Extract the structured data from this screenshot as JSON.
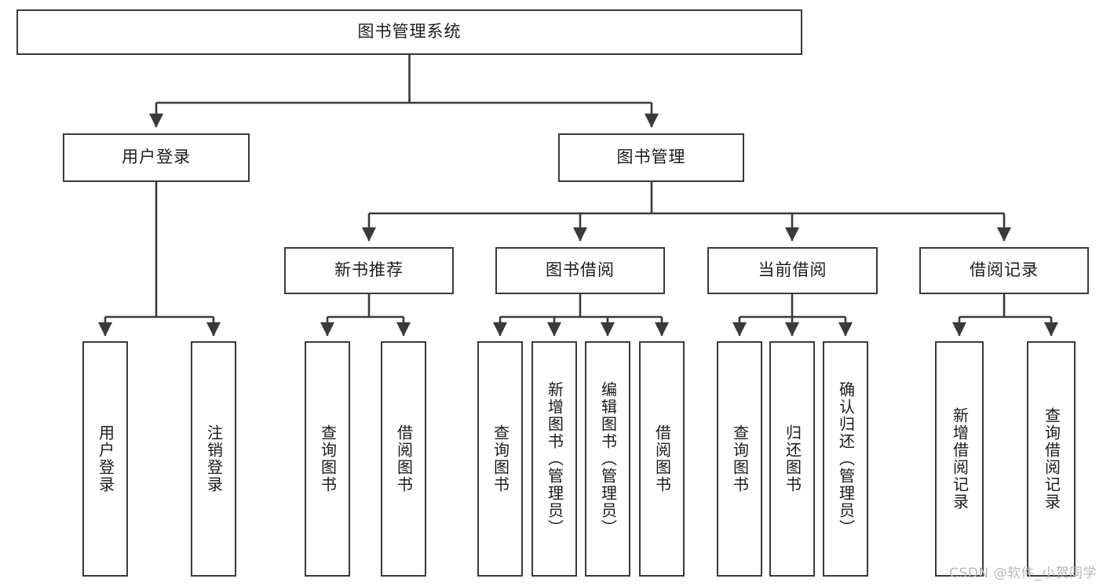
{
  "diagram": {
    "title": "图书管理系统",
    "type": "tree-hierarchy",
    "watermark": "CSDN @软件_小贺同学",
    "colors": {
      "stroke": "#3a3a3a",
      "fill": "#ffffff",
      "text": "#1b1b1b",
      "watermark": "#b8b8b8"
    },
    "root": {
      "id": "root",
      "label": "图书管理系统"
    },
    "level1": [
      {
        "id": "user-login",
        "label": "用户登录"
      },
      {
        "id": "book-manage",
        "label": "图书管理"
      }
    ],
    "level2": [
      {
        "id": "new-book-recommend",
        "label": "新书推荐"
      },
      {
        "id": "book-borrow",
        "label": "图书借阅"
      },
      {
        "id": "current-borrow",
        "label": "当前借阅"
      },
      {
        "id": "borrow-record",
        "label": "借阅记录"
      }
    ],
    "leaves": {
      "user_login": [
        {
          "id": "leaf-user-login",
          "label": "用户登录"
        },
        {
          "id": "leaf-logout",
          "label": "注销登录"
        }
      ],
      "new_book_recommend": [
        {
          "id": "leaf-query-book-1",
          "label": "查询图书"
        },
        {
          "id": "leaf-borrow-book-1",
          "label": "借阅图书"
        }
      ],
      "book_borrow": [
        {
          "id": "leaf-query-book-2",
          "label": "查询图书"
        },
        {
          "id": "leaf-add-book",
          "label": "新增图书（管理员）"
        },
        {
          "id": "leaf-edit-book",
          "label": "编辑图书（管理员）"
        },
        {
          "id": "leaf-borrow-book-2",
          "label": "借阅图书"
        }
      ],
      "current_borrow": [
        {
          "id": "leaf-query-book-3",
          "label": "查询图书"
        },
        {
          "id": "leaf-return-book",
          "label": "归还图书"
        },
        {
          "id": "leaf-confirm-return",
          "label": "确认归还（管理员）"
        }
      ],
      "borrow_record": [
        {
          "id": "leaf-add-record",
          "label": "新增借阅记录"
        },
        {
          "id": "leaf-query-record",
          "label": "查询借阅记录"
        }
      ]
    }
  }
}
